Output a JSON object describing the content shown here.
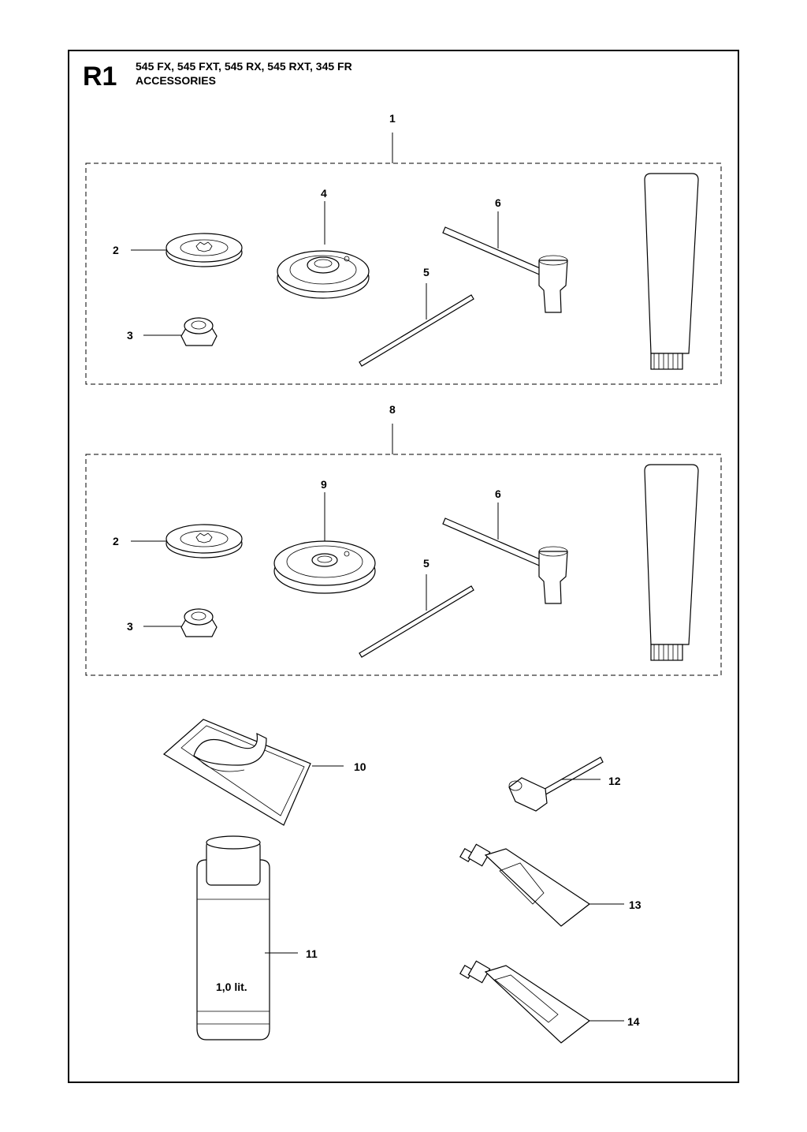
{
  "header": {
    "code": "R1",
    "models": "545 FX, 545 FXT, 545 RX, 545 RXT, 345 FR",
    "section": "ACCESSORIES"
  },
  "kit_a": {
    "callout": "1",
    "parts": {
      "washer": "2",
      "nut": "3",
      "support_cup": "4",
      "rod": "5",
      "wrench": "6"
    }
  },
  "kit_b": {
    "callout": "8",
    "parts": {
      "washer": "2",
      "nut": "3",
      "support_cup": "9",
      "rod": "5",
      "wrench": "6"
    }
  },
  "loose_parts": {
    "bag": "10",
    "bottle": "11",
    "bottle_label": "1,0 lit.",
    "combi_wrench": "12",
    "tube_a": "13",
    "tube_b": "14"
  }
}
